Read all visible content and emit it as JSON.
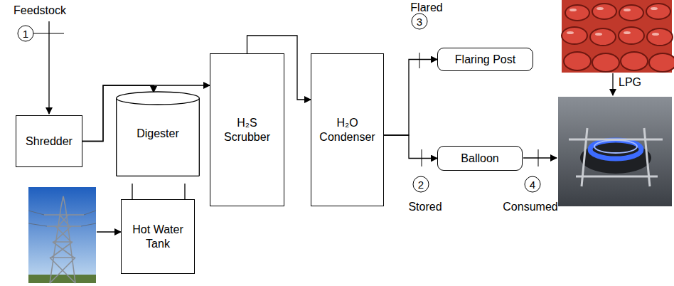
{
  "diagram": {
    "nodes": [
      {
        "text": [
          "Shredder"
        ]
      },
      {
        "text": [
          "Digester"
        ]
      },
      {
        "text": [
          "Hot Water Tank"
        ]
      },
      {
        "text": [
          "H₂S Scrubber"
        ]
      },
      {
        "text": [
          "H₂O Condenser"
        ]
      },
      {
        "text": [
          "Flaring Post"
        ]
      },
      {
        "text": [
          "Balloon"
        ]
      }
    ],
    "edges": [
      {
        "from": 0,
        "to": 1,
        "arrow": "to"
      },
      {
        "from": 0,
        "to": 3,
        "arrow": "to"
      },
      {
        "from": 2,
        "to": 1,
        "arrow": "none"
      },
      {
        "from": 3,
        "to": 4,
        "arrow": "to"
      },
      {
        "from": 4,
        "to": 5,
        "arrow": "to"
      },
      {
        "from": 4,
        "to": 6,
        "arrow": "to"
      }
    ],
    "labels": [
      "Feedstock",
      "1",
      "Flared",
      "3",
      "Stored",
      "2",
      "Consumed",
      "4",
      "LPG"
    ]
  }
}
